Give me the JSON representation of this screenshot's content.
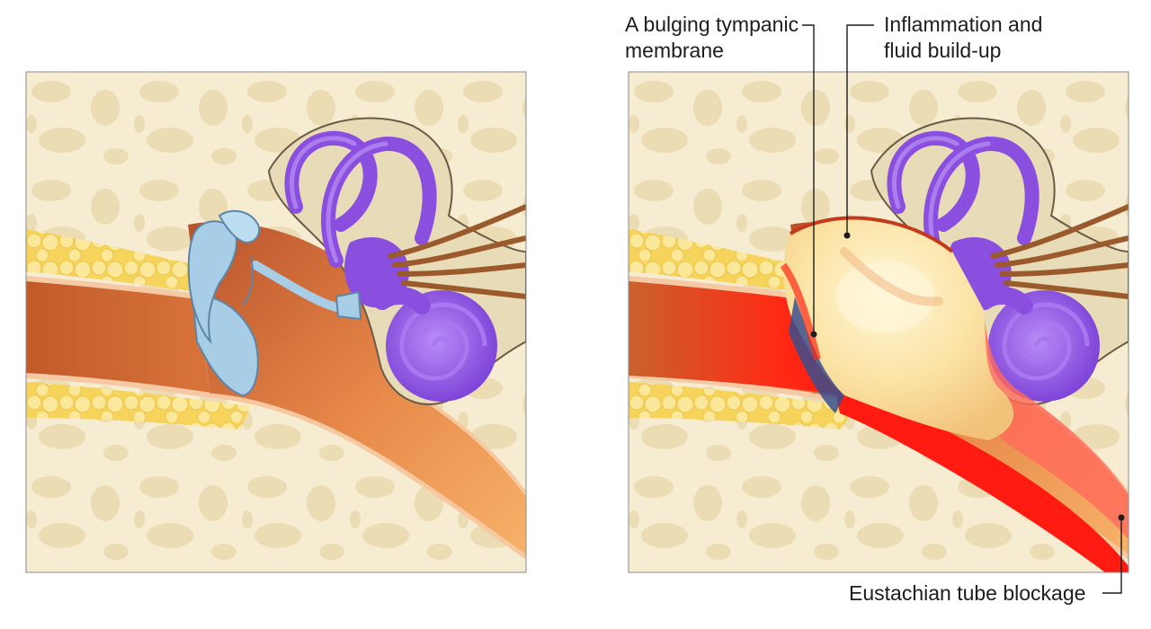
{
  "labels": {
    "bulging_tympanic_line1": "A bulging tympanic",
    "bulging_tympanic_line2": "membrane",
    "inflammation_line1": "Inflammation and",
    "inflammation_line2": "fluid build-up",
    "eustachian": "Eustachian tube blockage"
  },
  "colors": {
    "bone": "#f5ecd2",
    "bone_hole": "#ebdcb4",
    "fat": "#f8df7a",
    "canal_dark": "#c9622d",
    "canal_light": "#f2a25c",
    "cavity": "#a84a24",
    "ossicle": "#a8cde6",
    "inner_ear": "#8b4fe0",
    "nerve": "#9b5a2c",
    "inflamed": "#ff1a12",
    "fluid": "#fbeab0"
  }
}
